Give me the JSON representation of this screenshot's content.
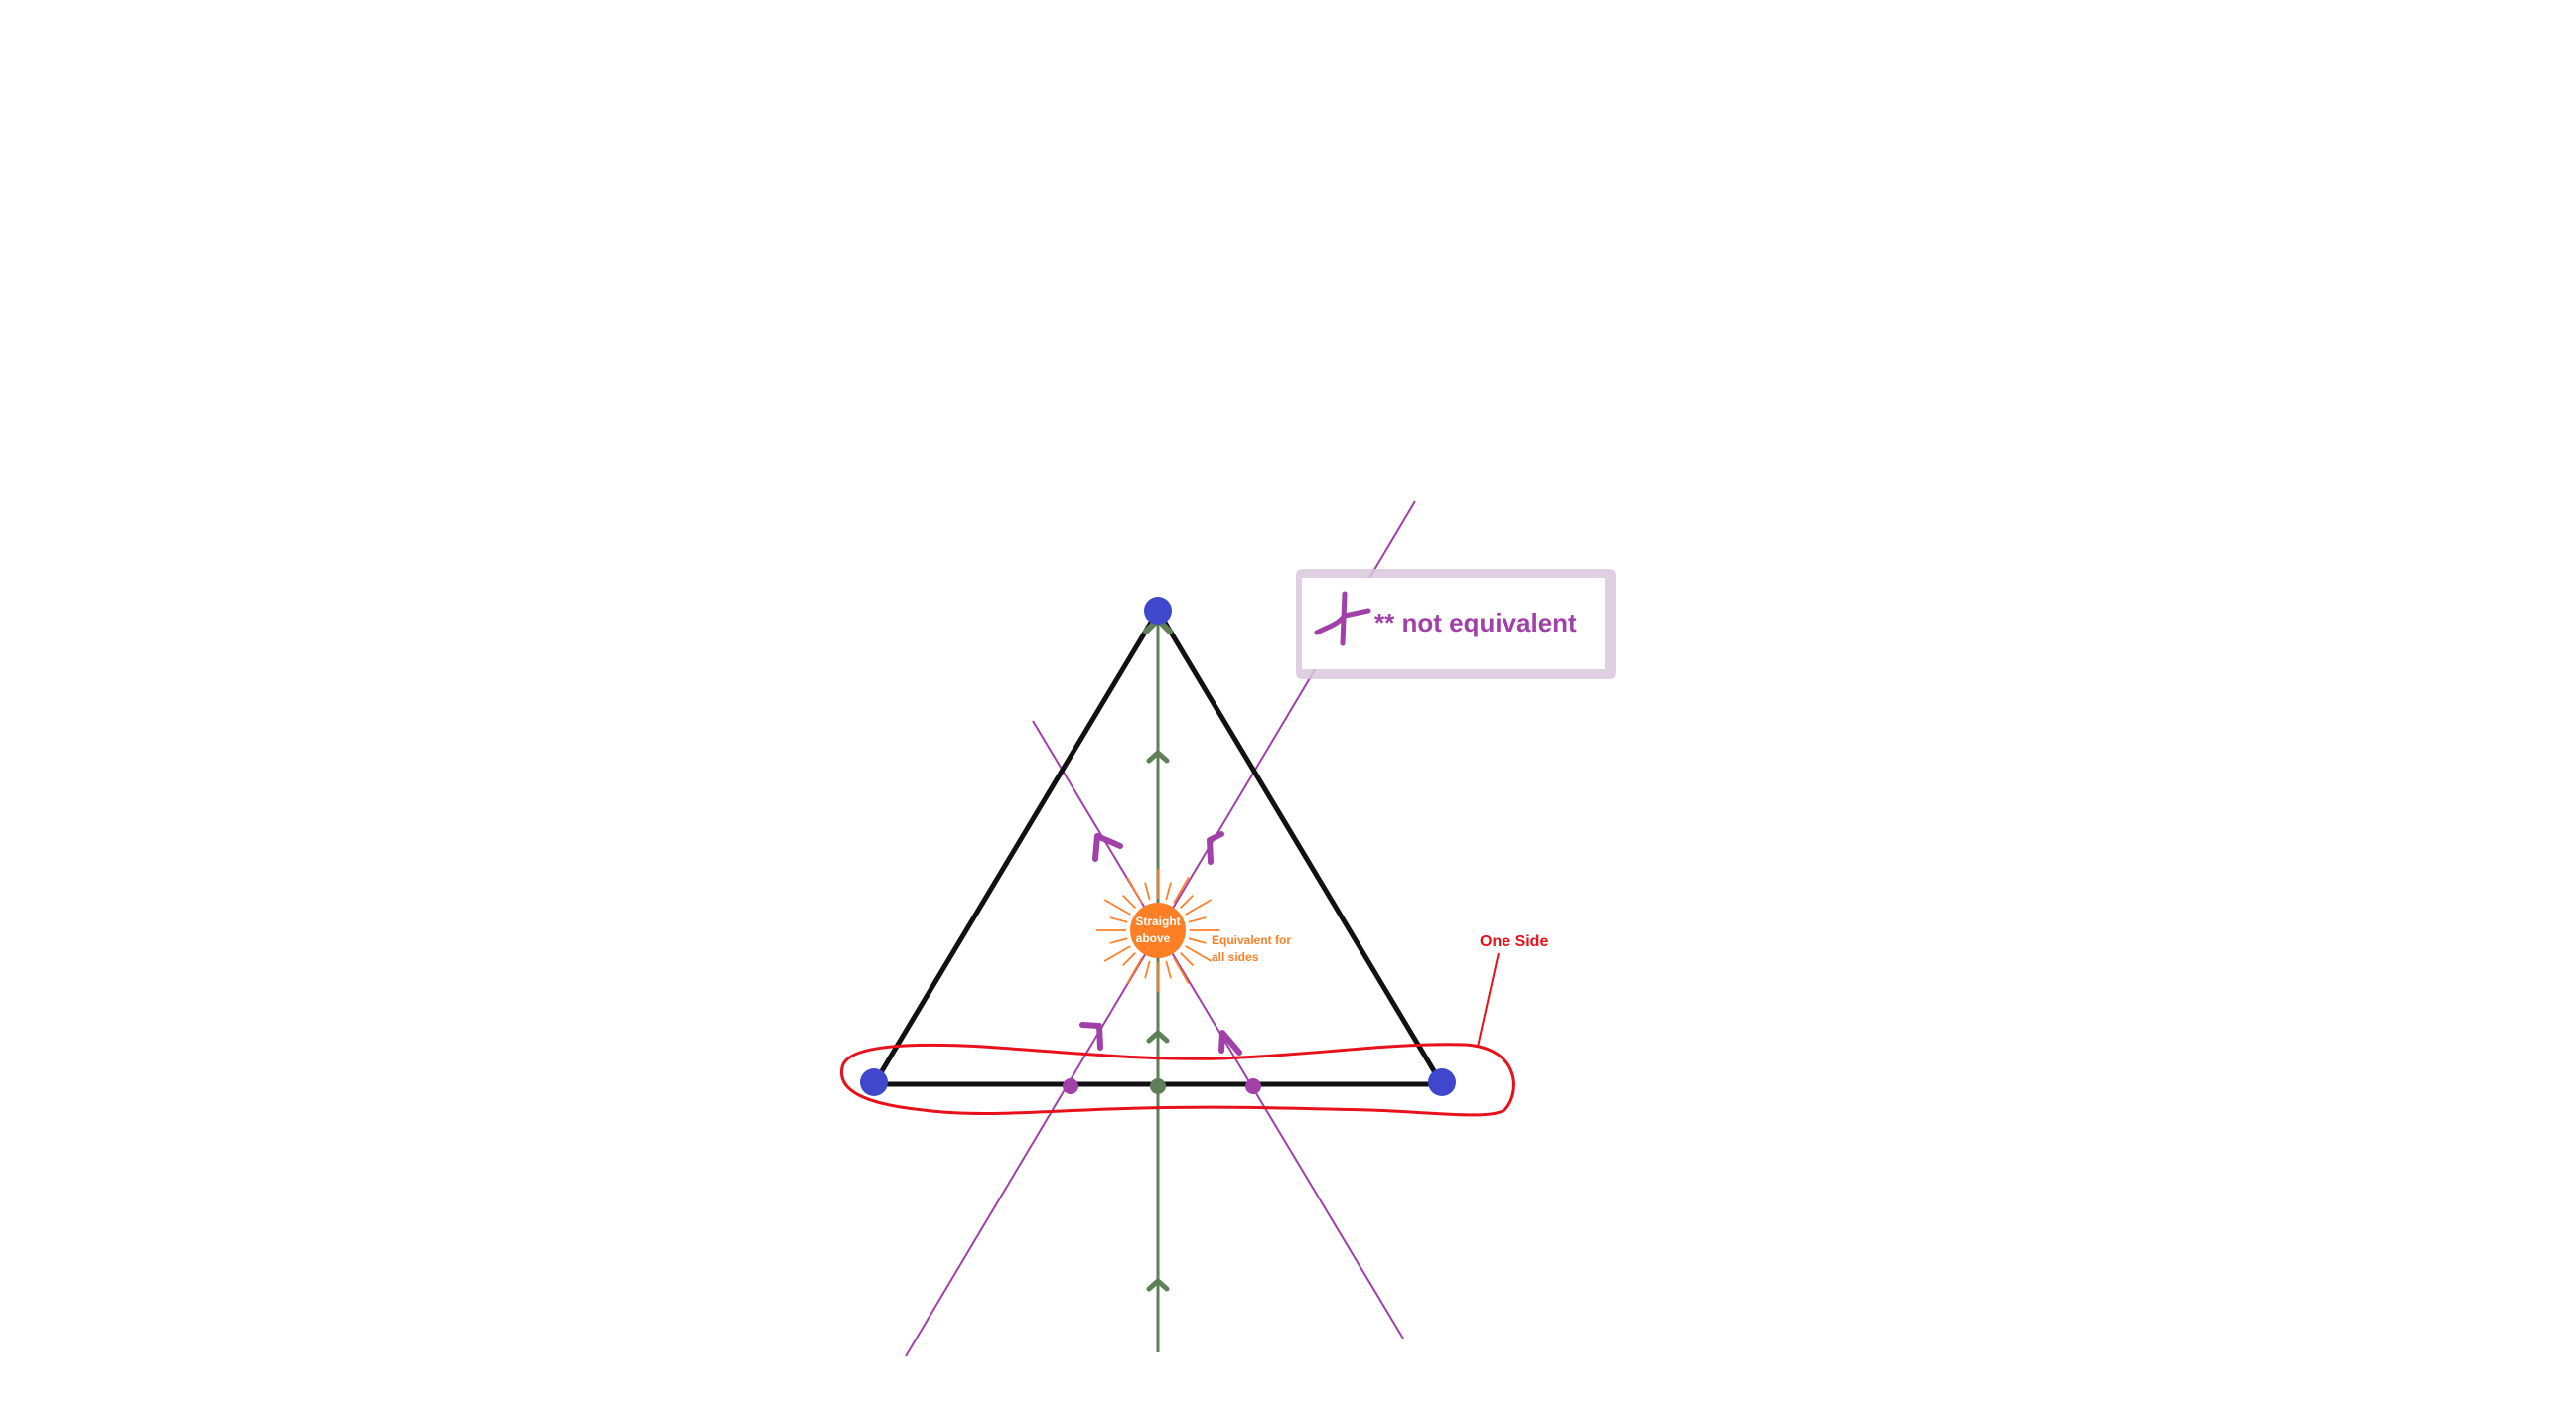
{
  "labels": {
    "center_line1": "Straight",
    "center_line2": "above",
    "equivalent_line1": "Equivalent for",
    "equivalent_line2": "all sides",
    "one_side": "One Side",
    "legend_text": "** not equivalent"
  },
  "colors": {
    "triangle": "#111111",
    "vertex": "#3f48cc",
    "green": "#5f7f58",
    "purple": "#a040a8",
    "orange": "#ff7f27",
    "red": "#e8101a",
    "white": "#ffffff",
    "legend_shadow": "#d8c8dc"
  }
}
